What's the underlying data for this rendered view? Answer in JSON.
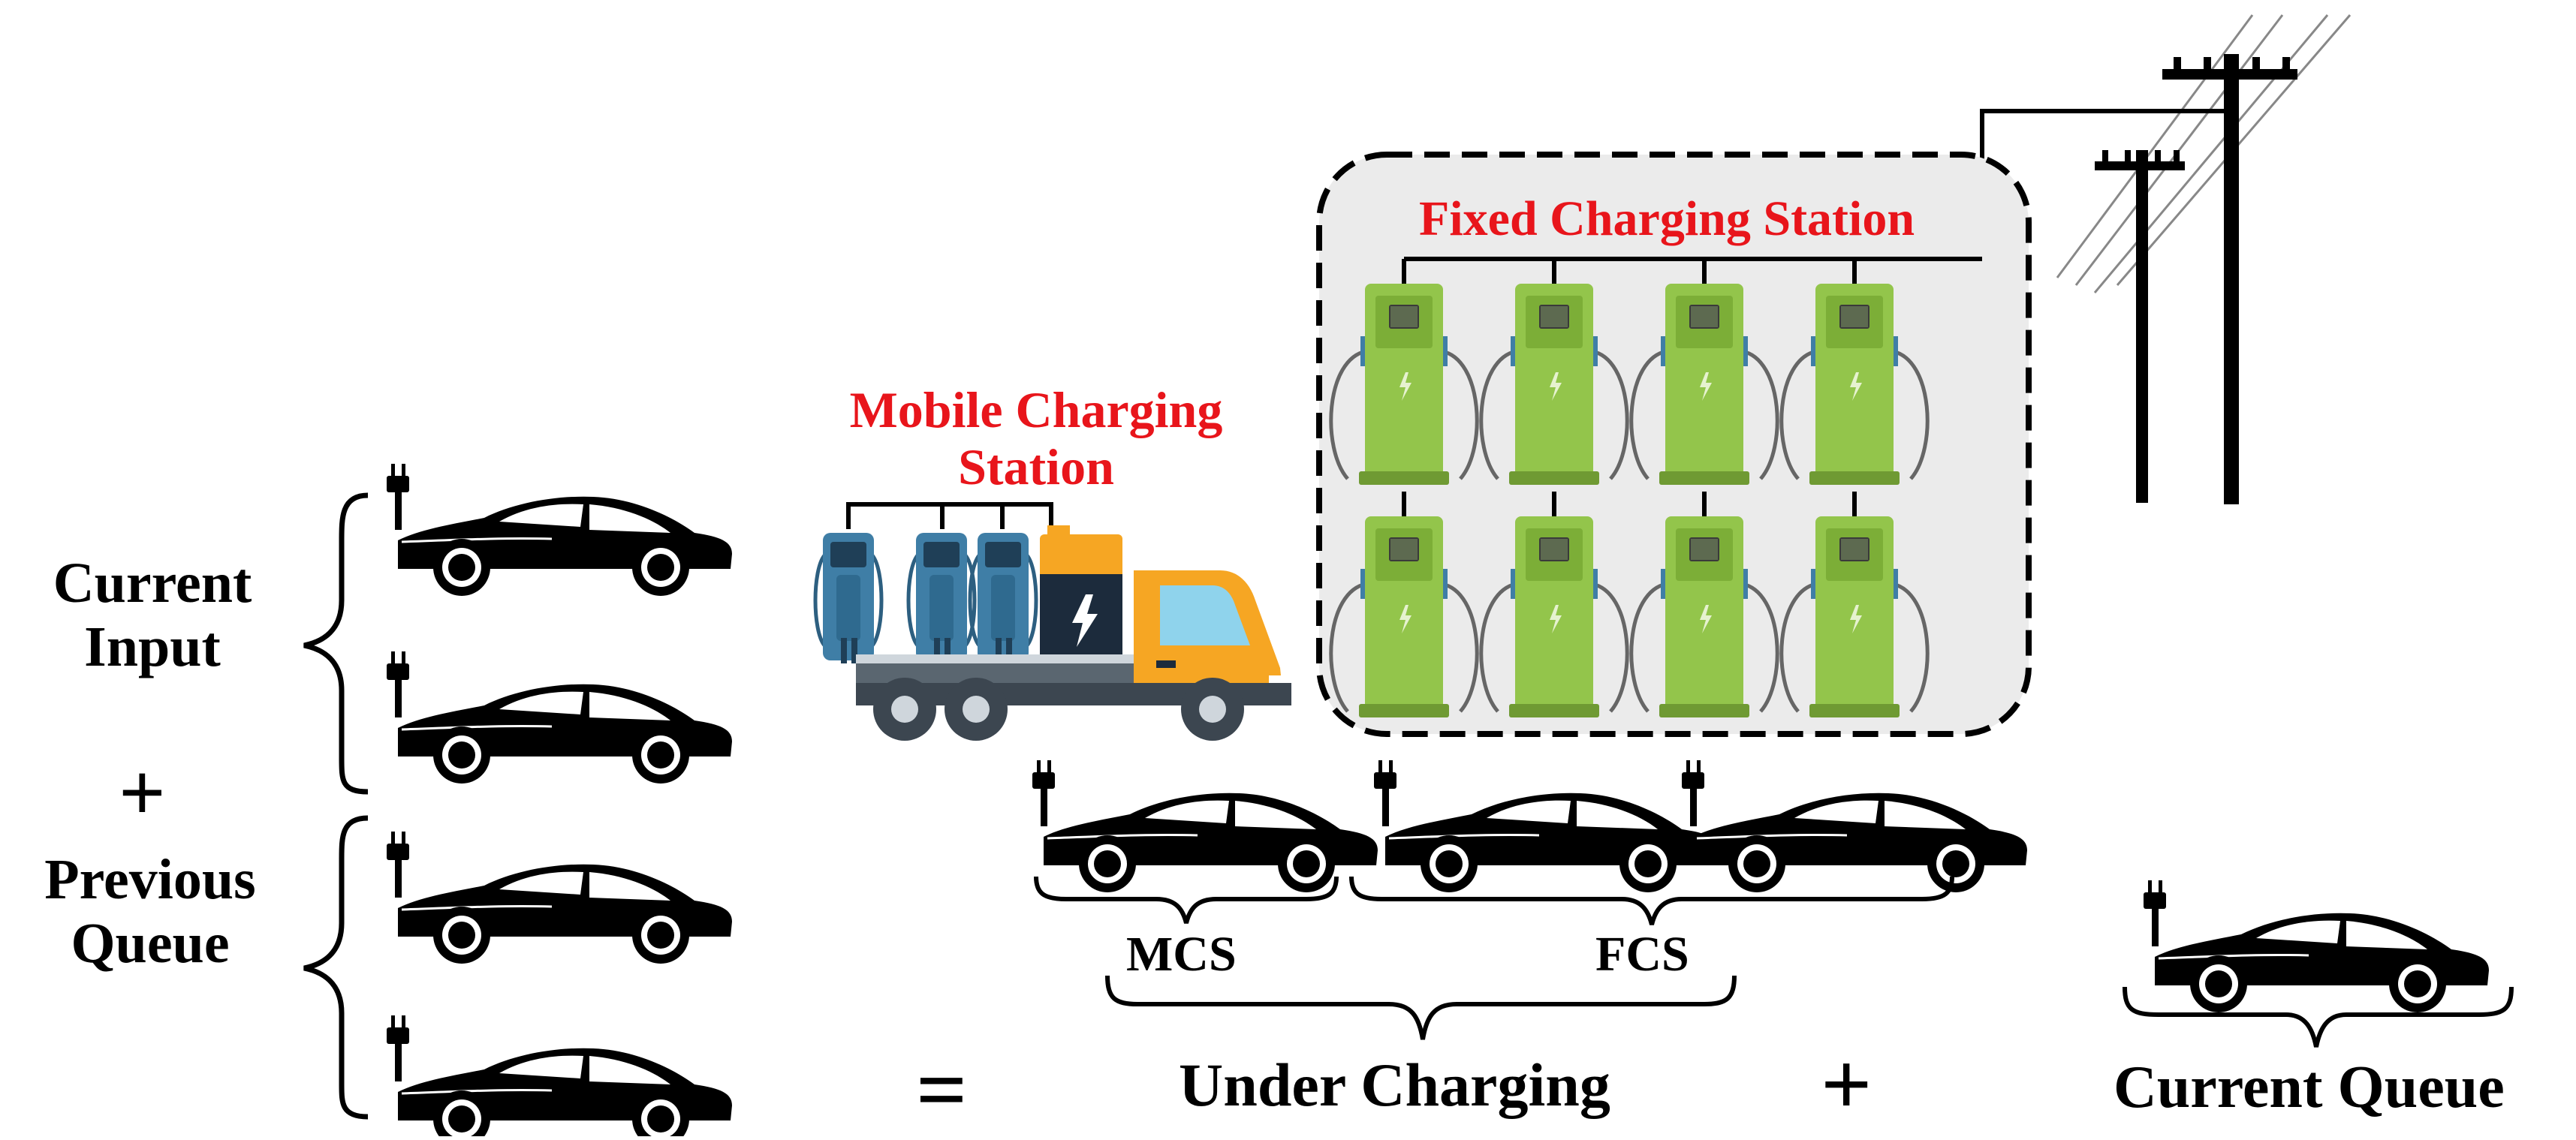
{
  "labels": {
    "current_input_line1": "Current",
    "current_input_line2": "Input",
    "plus_left": "+",
    "previous_queue_line1": "Previous",
    "previous_queue_line2": "Queue",
    "mobile_station_line1": "Mobile Charging",
    "mobile_station_line2": "Station",
    "fixed_station": "Fixed Charging Station",
    "mcs": "MCS",
    "fcs": "FCS",
    "equals": "=",
    "under_charging": "Under Charging",
    "plus_right": "+",
    "current_queue": "Current Queue"
  },
  "colors": {
    "label_red": "#e8151b",
    "charger_green": "#93c54b",
    "charger_dark": "#6f9a33",
    "mcs_blue": "#3f7ea6",
    "truck_orange": "#f6a623",
    "station_box_bg": "#ebebeb",
    "car_black": "#000000"
  },
  "icons": [
    "ev-car-icon",
    "charger-icon",
    "truck-icon",
    "battery-icon",
    "power-pole-icon"
  ]
}
